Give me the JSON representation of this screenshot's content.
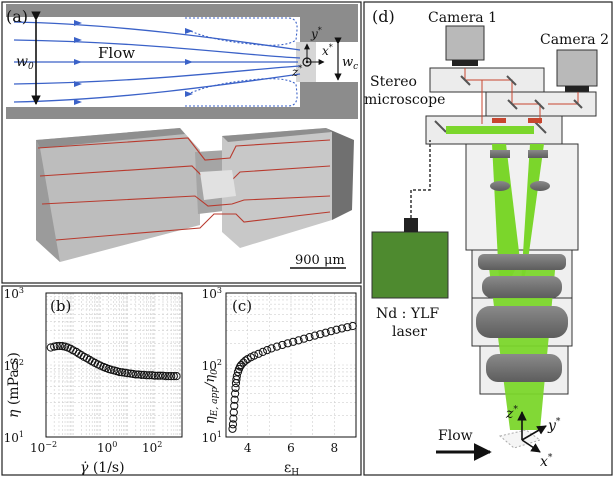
{
  "panel_labels": {
    "a": "(a)",
    "b": "(b)",
    "c": "(c)",
    "d": "(d)"
  },
  "panel_a": {
    "flow_label": "Flow",
    "w0_label": "w",
    "w0_sub": "0",
    "wc_label": "w",
    "wc_sub": "c",
    "x_axis": "x",
    "y_axis": "y",
    "z_axis": "z",
    "star": "*",
    "scale_bar": "900 μm"
  },
  "panel_b": {
    "ylabel_greek": "η",
    "ylabel_unit": "(mPa s)",
    "xlabel_sym": "γ̇",
    "xlabel_unit": "(1/s)",
    "yticks": [
      "10",
      "10",
      "10"
    ],
    "yticks_exp": [
      "3",
      "2",
      "1"
    ],
    "xticks": [
      "10",
      "10",
      "10"
    ],
    "xticks_exp": [
      "−2",
      "0",
      "2"
    ]
  },
  "panel_c": {
    "ylabel": "η",
    "ylabel_sub": "E, app",
    "ylabel_tail": "/η",
    "ylabel_tail_sub": "0",
    "xlabel": "ε",
    "xlabel_sub": "H",
    "yticks": [
      "10",
      "10",
      "10"
    ],
    "yticks_exp": [
      "3",
      "2",
      "1"
    ],
    "xticks": [
      "4",
      "6",
      "8"
    ]
  },
  "panel_d": {
    "camera1": "Camera 1",
    "camera2": "Camera 2",
    "microscope_line1": "Stereo",
    "microscope_line2": "microscope",
    "laser_line1": "Nd : YLF",
    "laser_line2": "laser",
    "flow_label": "Flow",
    "x_axis": "x",
    "y_axis": "y",
    "z_axis": "z",
    "star": "*"
  },
  "chart_data": [
    {
      "type": "scatter",
      "panel": "b",
      "xlabel": "γ̇ (1/s)",
      "ylabel": "η (mPa s)",
      "xscale": "log",
      "yscale": "log",
      "xlim": [
        0.01,
        1000
      ],
      "ylim": [
        10,
        1000
      ],
      "grid": true,
      "x": [
        0.015,
        0.02,
        0.025,
        0.032,
        0.04,
        0.05,
        0.063,
        0.08,
        0.1,
        0.13,
        0.16,
        0.2,
        0.25,
        0.32,
        0.4,
        0.5,
        0.63,
        0.8,
        1.0,
        1.3,
        1.6,
        2.0,
        2.5,
        3.2,
        4.0,
        5.0,
        6.3,
        8.0,
        10,
        13,
        16,
        20,
        25,
        32,
        40,
        50,
        63,
        80,
        100,
        130,
        160,
        200,
        250,
        320,
        400,
        500,
        630
      ],
      "y": [
        175,
        180,
        183,
        184,
        183,
        180,
        175,
        168,
        160,
        152,
        144,
        137,
        130,
        124,
        118,
        112,
        107,
        102,
        98,
        94,
        91,
        88,
        86,
        84,
        82,
        80,
        79,
        78,
        77,
        76,
        75,
        74,
        74,
        73,
        73,
        72,
        72,
        72,
        71,
        71,
        71,
        71,
        70,
        70,
        70,
        70,
        70
      ]
    },
    {
      "type": "scatter",
      "panel": "c",
      "xlabel": "ε_H",
      "ylabel": "η_E,app/η_0",
      "yscale": "log",
      "xlim": [
        3,
        9
      ],
      "ylim": [
        10,
        1000
      ],
      "grid": true,
      "x": [
        3.3,
        3.32,
        3.34,
        3.36,
        3.38,
        3.4,
        3.42,
        3.44,
        3.46,
        3.48,
        3.5,
        3.55,
        3.6,
        3.65,
        3.7,
        3.8,
        3.9,
        4.0,
        4.15,
        4.3,
        4.5,
        4.7,
        4.9,
        5.1,
        5.35,
        5.6,
        5.85,
        6.1,
        6.35,
        6.6,
        6.85,
        7.1,
        7.35,
        7.6,
        7.85,
        8.1,
        8.35,
        8.6,
        8.85
      ],
      "y": [
        13,
        15,
        18,
        22,
        27,
        33,
        40,
        48,
        56,
        63,
        70,
        80,
        88,
        95,
        100,
        108,
        115,
        121,
        128,
        135,
        143,
        152,
        161,
        170,
        180,
        190,
        200,
        210,
        220,
        232,
        244,
        256,
        268,
        281,
        295,
        309,
        322,
        335,
        348
      ]
    }
  ]
}
